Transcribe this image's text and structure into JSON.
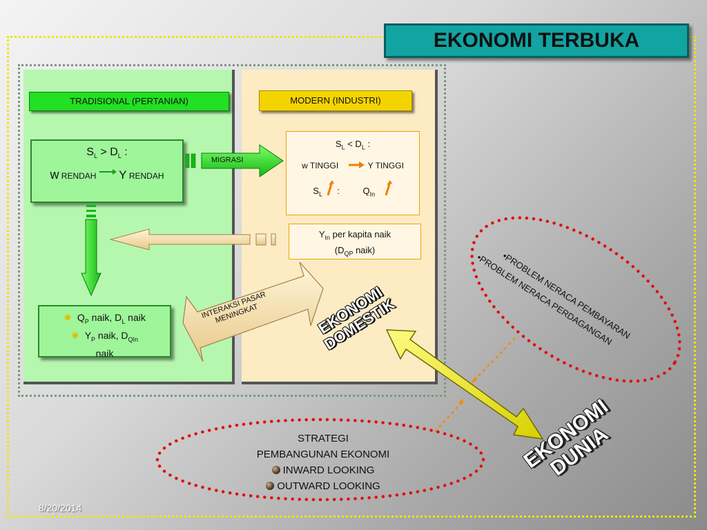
{
  "title": "EKONOMI TERBUKA",
  "date": "8/20/2014",
  "traditional": {
    "header": "TRADISIONAL (PERTANIAN)",
    "cond_S": "S",
    "cond_sub1": "L",
    "cond_op": " > D",
    "cond_sub2": "L",
    "cond_colon": " :",
    "w_big": "w",
    "w_small": " RENDAH",
    "y_big": "Y",
    "y_small": " RENDAH",
    "result_1_Q": "Q",
    "result_1_Qsub": "P",
    "result_1_rest": " naik, D",
    "result_1_Dsub": "L",
    "result_1_end": " naik",
    "result_2_Y": "Y",
    "result_2_Ysub": "P",
    "result_2_rest": " naik, D",
    "result_2_Dsub": "QIn",
    "result_3": "naik"
  },
  "modern": {
    "header": "MODERN (INDUSTRI)",
    "cond_S": "S",
    "cond_sub1": "L",
    "cond_op": " < D",
    "cond_sub2": "L",
    "cond_colon": " :",
    "w_tinggi": "w TINGGI",
    "y_tinggi": "Y TINGGI",
    "sl_S": "S",
    "sl_sub": "L",
    "sl_colon": " :",
    "q_Q": "Q",
    "q_sub": "In",
    "yin_Y": "Y",
    "yin_sub": "In",
    "yin_rest": " per kapita naik",
    "dqp_open": "(D",
    "dqp_sub": "QP",
    "dqp_rest": " naik)"
  },
  "migrasi": "MIGRASI",
  "interaksi_line1": "INTERAKSI PASAR",
  "interaksi_line2": "MENINGKAT",
  "ekonomi_domestik_1": "EKONOMI",
  "ekonomi_domestik_2": "DOMESTIK",
  "ekonomi_dunia_1": "EKONOMI",
  "ekonomi_dunia_2": "DUNIA",
  "problems": [
    "•PROBLEM NERACA PEMBAYARAN",
    "•PROBLEM NERACA PERDAGANGAN"
  ],
  "strategi": {
    "line1": "STRATEGI",
    "line2": "PEMBANGUNAN EKONOMI",
    "item1": "INWARD LOOKING",
    "item2": "OUTWARD LOOKING"
  },
  "colors": {
    "title_bg": "#12a3a3",
    "panel_green": "#b6f7b0",
    "panel_cream": "#fdebc3",
    "header_green": "#22e022",
    "header_yellow": "#f3d400",
    "red_dots": "#e01010",
    "frame_dots": "#e8e800"
  }
}
